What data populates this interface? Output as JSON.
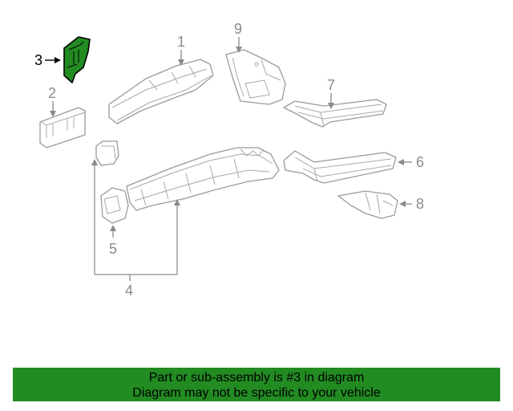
{
  "diagram": {
    "callouts": {
      "c1": "1",
      "c2": "2",
      "c3": "3",
      "c4": "4",
      "c5": "5",
      "c6": "6",
      "c7": "7",
      "c8": "8",
      "c9": "9"
    },
    "highlighted_part": "3",
    "highlight_color": "#228b22"
  },
  "banner": {
    "line1": "Part or sub-assembly is #3 in diagram",
    "line2": "Diagram may not be specific to your vehicle",
    "background": "#228b22"
  }
}
